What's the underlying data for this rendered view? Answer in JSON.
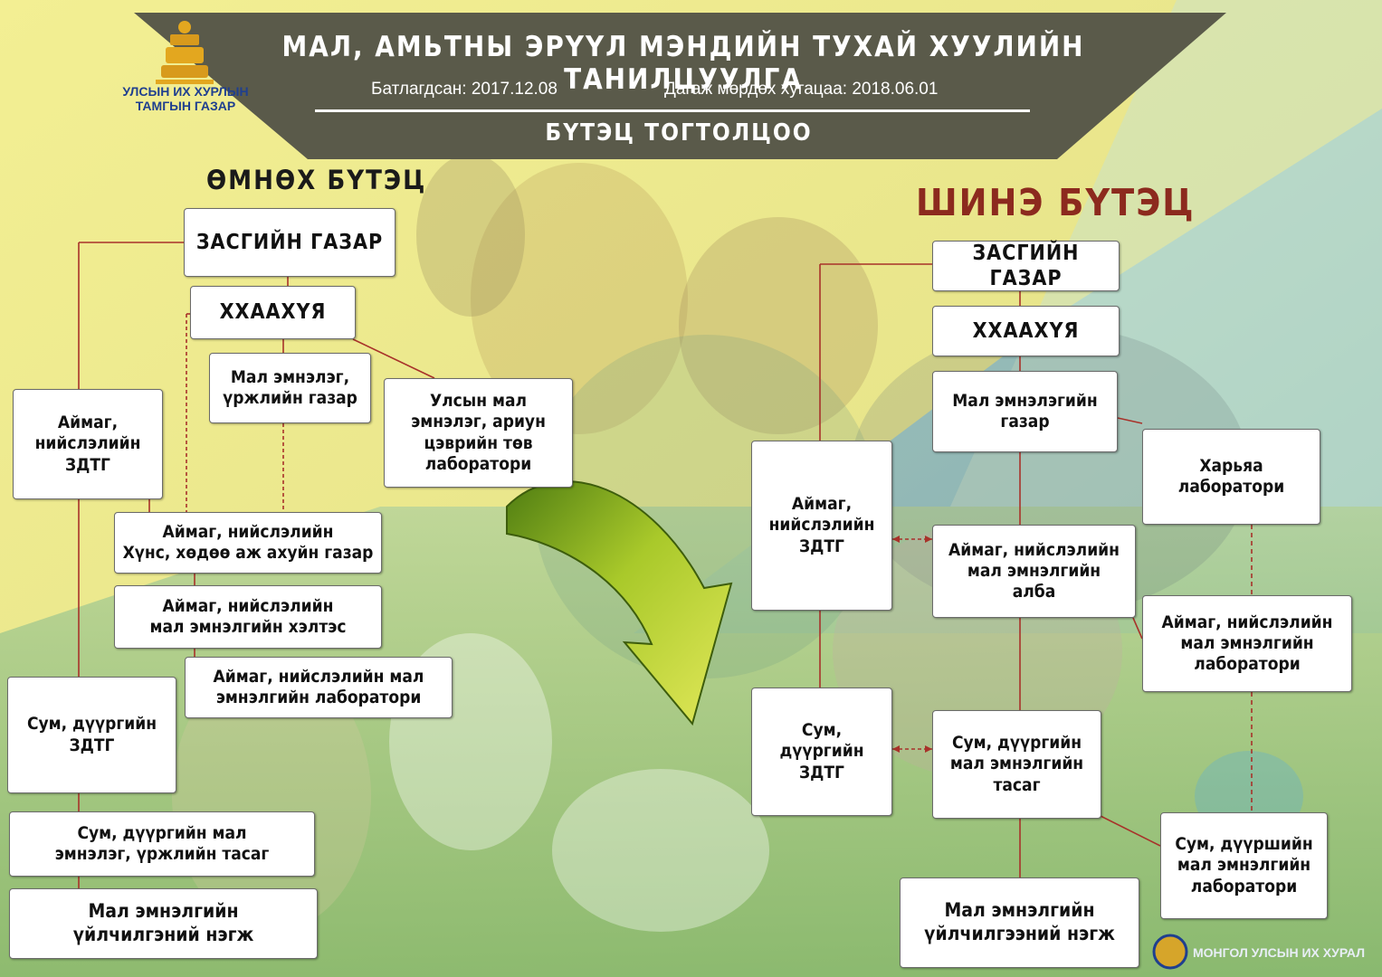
{
  "header": {
    "title": "МАЛ, АМЬТНЫ ЭРҮҮЛ МЭНДИЙН ТУХАЙ ХУУЛИЙН ТАНИЛЦУУЛГА",
    "approved": "Батлагдсан: 2017.12.08",
    "effective": "Дагаж мөрдөх хугацаа: 2018.06.01",
    "subtitle": "БҮТЭЦ ТОГТОЛЦОО"
  },
  "logo": {
    "line1": "УЛСЫН ИХ ХУРЛЫН",
    "line2": "ТАМГЫН ГАЗАР"
  },
  "footer": {
    "text": "МОНГОЛ УЛСЫН ИХ ХУРАЛ"
  },
  "old_structure": {
    "title": "ӨМНӨХ БҮТЭЦ",
    "nodes": {
      "government": "ЗАСГИЙН ГАЗАР",
      "ministry": "ХХААХҮЯ",
      "vet_dept": "Мал эмнэлэг,\nүржлийн газар",
      "central_lab": "Улсын мал\nэмнэлэг, ариун\nцэврийн төв\nлаборатори",
      "aimag_gov": "Аймаг,\nнийслэлийн\nЗДТГ",
      "aimag_food": "Аймаг, нийслэлийн\nХүнс, хөдөө аж ахуйн газар",
      "aimag_vet_div": "Аймаг, нийслэлийн\nмал эмнэлгийн хэлтэс",
      "aimag_vet_lab": "Аймаг, нийслэлийн мал\nэмнэлгийн лаборатори",
      "sum_gov": "Сум, дүүргийн\nЗДТГ",
      "sum_vet_unit": "Сум, дүүргийн мал\nэмнэлэг, үржлийн тасаг",
      "vet_service": "Мал эмнэлгийн\nүйлчилгэний нэгж"
    }
  },
  "new_structure": {
    "title": "ШИНЭ БҮТЭЦ",
    "nodes": {
      "government": "ЗАСГИЙН ГАЗАР",
      "ministry": "ХХААХҮЯ",
      "vet_agency": "Мал эмнэлэгийн\nгазар",
      "ref_lab": "Харьяа\nлаборатори",
      "aimag_gov": "Аймаг,\nнийслэлийн\nЗДТГ",
      "aimag_vet_office": "Аймаг, нийслэлийн\nмал эмнэлгийн\nалба",
      "aimag_vet_lab": "Аймаг, нийслэлийн\nмал эмнэлгийн\nлаборатори",
      "sum_gov": "Сум,\nдүүргийн\nЗДТГ",
      "sum_vet_unit": "Сум, дүүргийн\nмал эмнэлгийн\nтасаг",
      "sum_vet_lab": "Сум, дүүршийн\nмал эмнэлгийн\nлаборатори",
      "vet_service": "Мал эмнэлгийн\nүйлчилгээний нэгж"
    }
  },
  "colors": {
    "header_band": "#5a5a4a",
    "connector": "#a8322a",
    "new_title": "#8c2a1e",
    "old_title": "#1a1a1a",
    "arrow": "#8bb21e"
  }
}
